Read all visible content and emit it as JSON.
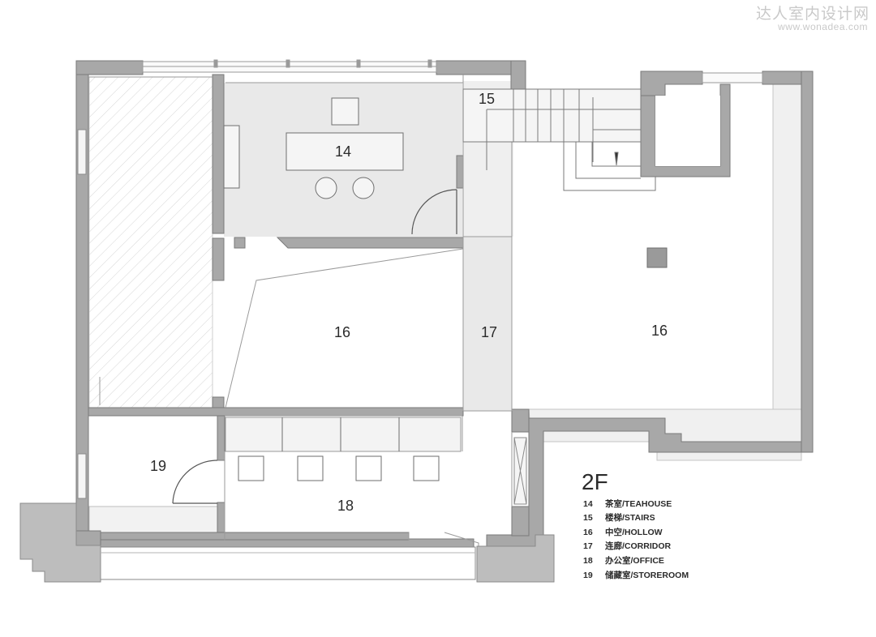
{
  "watermark": {
    "brand": "达人室内设计网",
    "url": "www.wonadea.com"
  },
  "plan": {
    "floor_label": "2F",
    "rooms": [
      {
        "label": "14"
      },
      {
        "label": "15"
      },
      {
        "label": "16"
      },
      {
        "label": "17"
      },
      {
        "label": "16"
      },
      {
        "label": "19"
      },
      {
        "label": "18"
      }
    ]
  },
  "legend": [
    {
      "num": "14",
      "name": "茶室/TEAHOUSE"
    },
    {
      "num": "15",
      "name": "楼梯/STAIRS"
    },
    {
      "num": "16",
      "name": "中空/HOLLOW"
    },
    {
      "num": "17",
      "name": "连廊/CORRIDOR"
    },
    {
      "num": "18",
      "name": "办公室/OFFICE"
    },
    {
      "num": "19",
      "name": "储藏室/STOREROOM"
    }
  ],
  "colors": {
    "wall": "#a8a8a8",
    "room_fill": "#e9e9e9",
    "line": "#6e6e6e",
    "text": "#2b2b2b",
    "watermark": "#c9c9c9"
  }
}
